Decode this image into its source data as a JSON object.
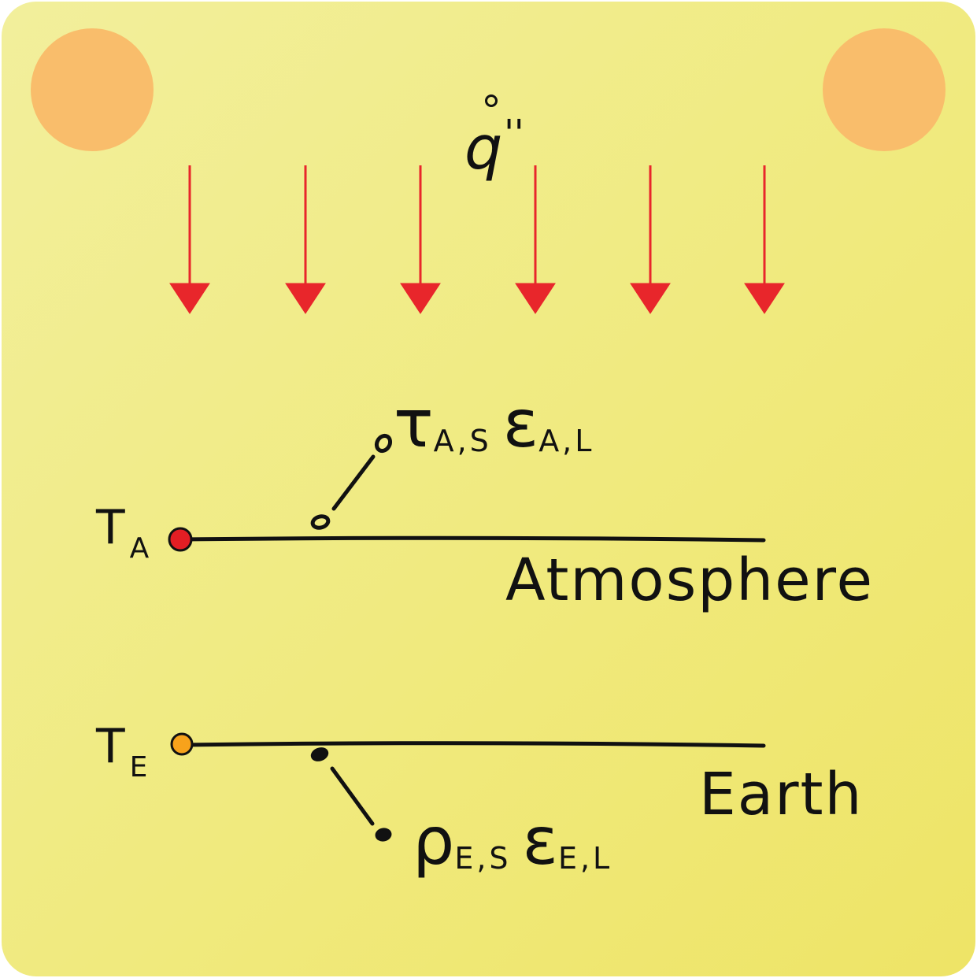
{
  "flux": {
    "symbol": "q",
    "prime": "''"
  },
  "atmosphere": {
    "temp_symbol": "T",
    "temp_subscript": "A",
    "name": "Atmosphere",
    "prop1_symbol": "τ",
    "prop1_subscript": "A,S",
    "prop2_symbol": "ε",
    "prop2_subscript": "A,L",
    "node_color": "#e31e24"
  },
  "earth": {
    "temp_symbol": "T",
    "temp_subscript": "E",
    "name": "Earth",
    "prop1_symbol": "ρ",
    "prop1_subscript": "E,S",
    "prop2_symbol": "ε",
    "prop2_subscript": "E,L",
    "node_color": "#f7a21b"
  },
  "colors": {
    "background": "#f0ea7e",
    "sun": "#f9bd6b",
    "arrow": "#e8262b",
    "line": "#111111"
  },
  "icons": [
    "sun-icon",
    "arrow-down-icon"
  ]
}
